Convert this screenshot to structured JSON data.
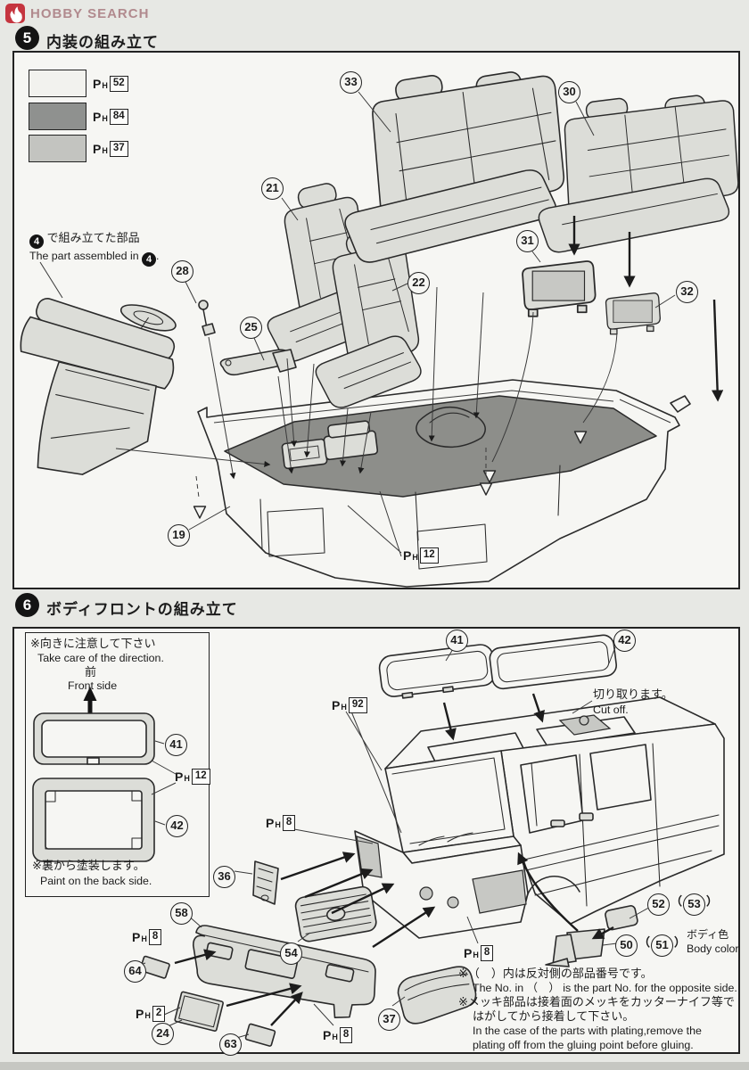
{
  "brand": {
    "name": "HOBBY SEARCH"
  },
  "paint_mark": {
    "p": "P",
    "h": "H"
  },
  "misc": {
    "paren_open": "（",
    "paren_close": "）",
    "period": "."
  },
  "step5": {
    "num": "5",
    "title": "内装の組み立て",
    "legend": [
      {
        "code": "52",
        "color": "#f2f2ee"
      },
      {
        "code": "84",
        "color": "#8f918f"
      },
      {
        "code": "37",
        "color": "#c3c4c0"
      }
    ],
    "assembled_note": {
      "ref": "4",
      "jp": "で組み立てた部品",
      "en": "The part assembled in"
    },
    "labels": {
      "l19": "19",
      "l21": "21",
      "l22": "22",
      "l25": "25",
      "l28": "28",
      "l30": "30",
      "l31": "31",
      "l32": "32",
      "l33": "33"
    },
    "paint_floor": "12"
  },
  "step6": {
    "num": "6",
    "title": "ボディフロントの組み立て",
    "direction_note": {
      "jp": "※向きに注意して下さい",
      "en": "Take care of the direction.",
      "front_jp": "前",
      "front_en": "Front side"
    },
    "paint_back_note": {
      "jp": "※裏から塗装します。",
      "en": "Paint on the back side."
    },
    "cutoff_note": {
      "jp": "切り取ります。",
      "en": "Cut off."
    },
    "body_color_note": {
      "jp": "ボディ色",
      "en": "Body color"
    },
    "labels": {
      "l24": "24",
      "l36": "36",
      "l37": "37",
      "l41": "41",
      "l42": "42",
      "l50": "50",
      "l51": "51",
      "l52": "52",
      "l53": "53",
      "l54": "54",
      "l58": "58",
      "l63": "63",
      "l64": "64"
    },
    "paints": {
      "p92": "92",
      "p8": "8",
      "p2": "2",
      "p12": "12"
    },
    "notes": [
      "※（　）内は反対側の部品番号です。",
      "The No. in （　） is the part No. for the opposite side.",
      "※メッキ部品は接着面のメッキをカッターナイフ等で",
      "はがしてから接着して下さい。",
      "In the case of the parts with plating,remove the",
      "plating off from the gluing point before gluing."
    ]
  }
}
